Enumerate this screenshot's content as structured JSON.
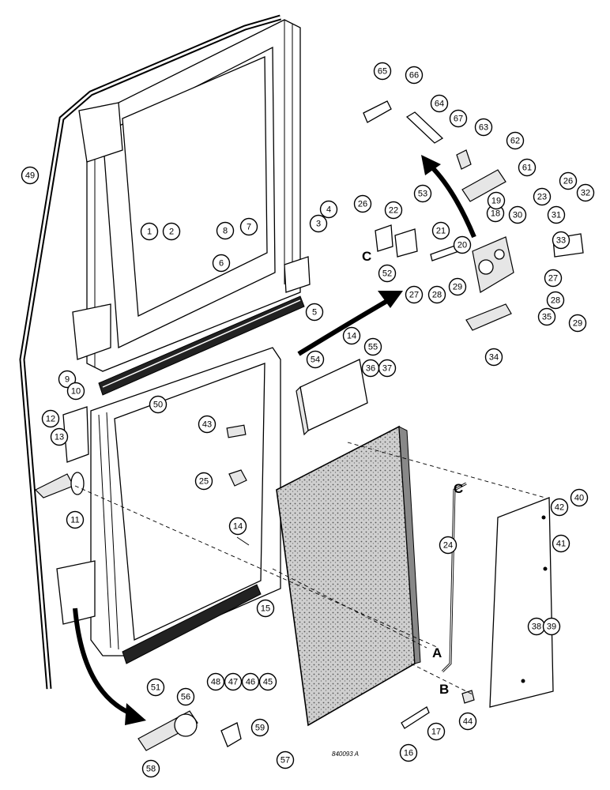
{
  "diagram": {
    "drawing_number": "840093 A",
    "section_letters": {
      "a": "A",
      "b": "B",
      "c1": "C",
      "c2": "C"
    },
    "callouts": {
      "c1": "1",
      "c2": "2",
      "c3": "3",
      "c4": "4",
      "c5": "5",
      "c6": "6",
      "c7": "7",
      "c8": "8",
      "c9": "9",
      "c10": "10",
      "c11": "11",
      "c12": "12",
      "c13": "13",
      "c14a": "14",
      "c14b": "14",
      "c15": "15",
      "c16": "16",
      "c17": "17",
      "c18": "18",
      "c19": "19",
      "c20": "20",
      "c21": "21",
      "c22": "22",
      "c23": "23",
      "c24": "24",
      "c25": "25",
      "c26a": "26",
      "c26b": "26",
      "c27a": "27",
      "c27b": "27",
      "c28a": "28",
      "c28b": "28",
      "c29a": "29",
      "c29b": "29",
      "c30": "30",
      "c31": "31",
      "c32": "32",
      "c33": "33",
      "c34": "34",
      "c35": "35",
      "c36": "36",
      "c37": "37",
      "c38": "38",
      "c39": "39",
      "c40": "40",
      "c41": "41",
      "c42": "42",
      "c43": "43",
      "c44": "44",
      "c45": "45",
      "c46": "46",
      "c47": "47",
      "c48": "48",
      "c49": "49",
      "c50": "50",
      "c51": "51",
      "c52": "52",
      "c53": "53",
      "c54": "54",
      "c55": "55",
      "c56": "56",
      "c57": "57",
      "c58": "58",
      "c59": "59",
      "c61": "61",
      "c62": "62",
      "c63": "63",
      "c64": "64",
      "c65": "65",
      "c66": "66",
      "c67": "67"
    }
  }
}
